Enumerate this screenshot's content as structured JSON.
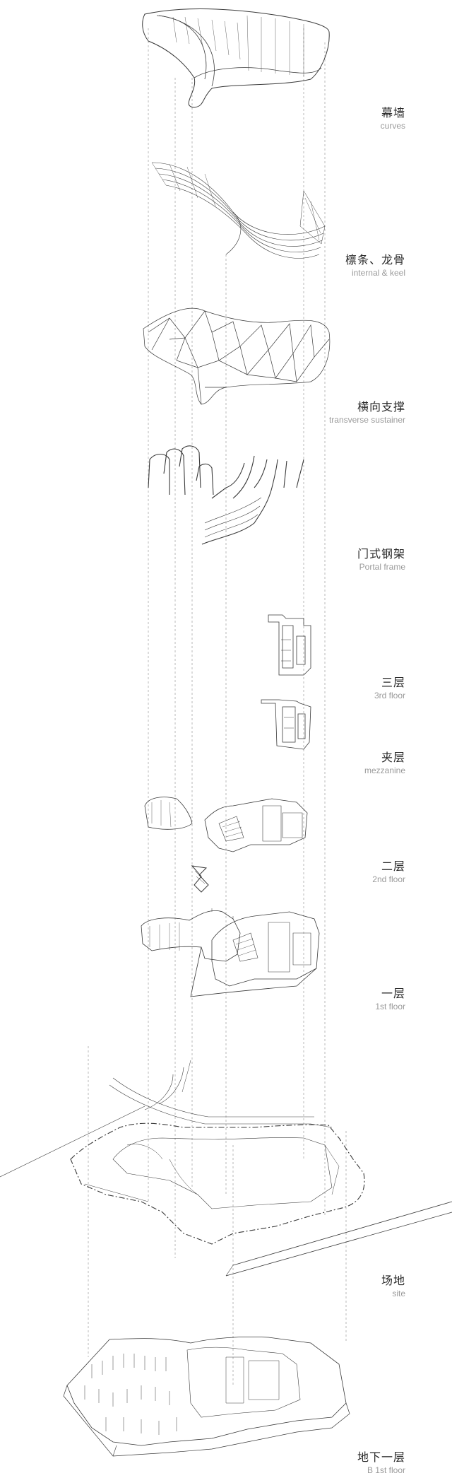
{
  "layers": [
    {
      "id": "curves",
      "zh": "幕墙",
      "en": "curves"
    },
    {
      "id": "keel",
      "zh": "檩条、龙骨",
      "en": "internal & keel"
    },
    {
      "id": "transverse",
      "zh": "横向支撑",
      "en": "transverse sustainer"
    },
    {
      "id": "portal",
      "zh": "门式钢架",
      "en": "Portal frame"
    },
    {
      "id": "floor3",
      "zh": "三层",
      "en": "3rd floor"
    },
    {
      "id": "mezzanine",
      "zh": "夹层",
      "en": "mezzanine"
    },
    {
      "id": "floor2",
      "zh": "二层",
      "en": "2nd floor"
    },
    {
      "id": "floor1",
      "zh": "一层",
      "en": "1st floor"
    },
    {
      "id": "site",
      "zh": "场地",
      "en": "site"
    },
    {
      "id": "b1",
      "zh": "地下一层",
      "en": "B 1st floor"
    }
  ],
  "colors": {
    "line": "#3a3a3a",
    "guide": "#9c9c9c",
    "label_zh": "#2a2a2a",
    "label_en": "#9a9a9a"
  }
}
